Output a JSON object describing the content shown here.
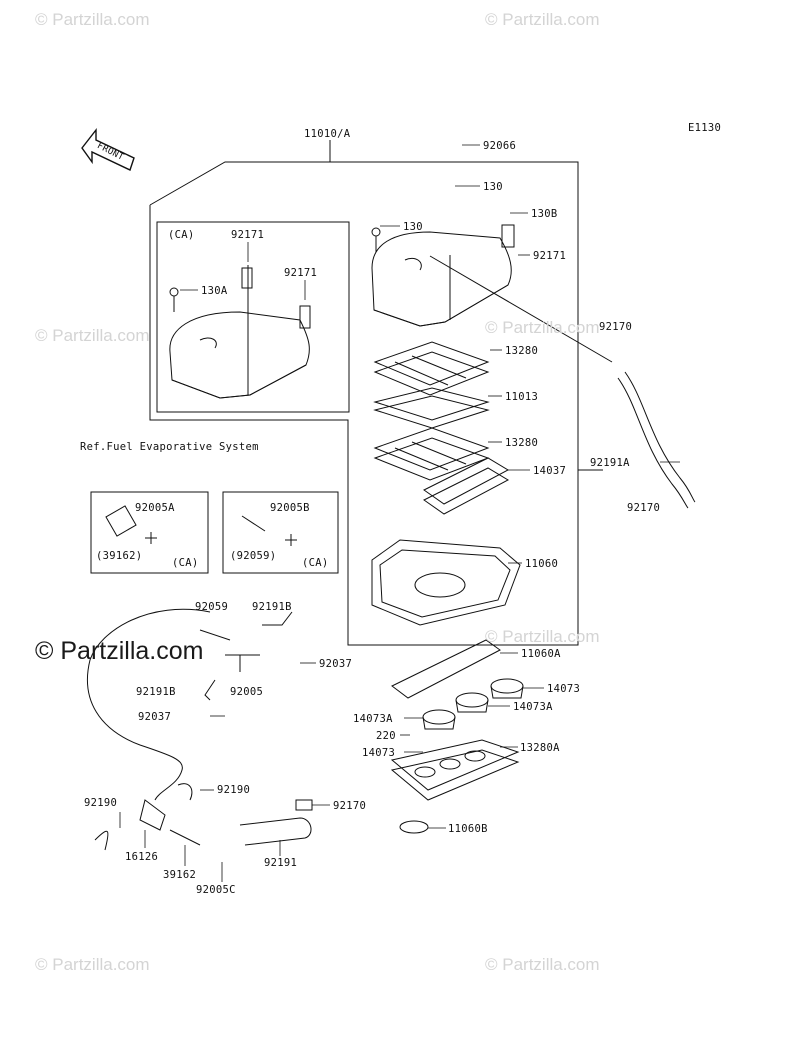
{
  "diagram": {
    "code": "E1130",
    "front_label": "FRONT",
    "reference_note": "Ref.Fuel Evaporative System",
    "inset_tags": {
      "ca_main": "(CA)",
      "ca_left": "(CA)",
      "ca_right": "(CA)"
    },
    "parts": {
      "p11010A": "11010/A",
      "p92066": "92066",
      "p130_top": "130",
      "p130B": "130B",
      "p130_left": "130",
      "p92171_right": "92171",
      "p92171_ca_a": "92171",
      "p92171_ca_b": "92171",
      "p130A": "130A",
      "p92170_top": "92170",
      "p13280_a": "13280",
      "p11013": "11013",
      "p13280_b": "13280",
      "p14037": "14037",
      "p92191A": "92191A",
      "p92170_mid": "92170",
      "p11060": "11060",
      "p92005A": "92005A",
      "p39162_box": "(39162)",
      "p92005B": "92005B",
      "p92059_box": "(92059)",
      "p92059": "92059",
      "p92191B_top": "92191B",
      "p92037_right": "92037",
      "p92191B_left": "92191B",
      "p92005": "92005",
      "p92037_left": "92037",
      "p11060A": "11060A",
      "p14073_top": "14073",
      "p14073A_right": "14073A",
      "p14073A_left": "14073A",
      "p220": "220",
      "p14073_left": "14073",
      "p13280A": "13280A",
      "p92190_right": "92190",
      "p92190_left": "92190",
      "p92170_bottom": "92170",
      "p11060B": "11060B",
      "p16126": "16126",
      "p39162": "39162",
      "p92191": "92191",
      "p92005C": "92005C"
    }
  },
  "watermarks": {
    "small": "© Partzilla.com",
    "large": "© Partzilla.com"
  },
  "colors": {
    "line": "#111111",
    "watermark": "#d4d4d4",
    "paper": "#ffffff"
  }
}
